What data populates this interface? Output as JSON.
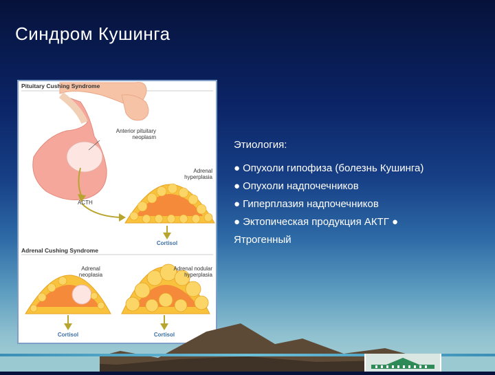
{
  "slide": {
    "title": "Синдром Кушинга"
  },
  "figure": {
    "header_top": "Pituitary Cushing Syndrome",
    "label_anterior": "Anterior pituitary\nneoplasm",
    "label_adrenal_hyperplasia": "Adrenal\nhyperplasia",
    "label_acth": "ACTH",
    "label_cortisol_top": "Cortisol",
    "header_bottom": "Adrenal Cushing Syndrome",
    "label_adrenal_neoplasia": "Adrenal\nneoplasia",
    "label_adrenal_nodular": "Adrenal nodular\nhyperplasia",
    "label_cortisol_left": "Cortisol",
    "label_cortisol_right": "Cortisol"
  },
  "etiology": {
    "heading": "Этиология:",
    "items": [
      "Опухоли гипофиза (болезнь Кушинга)",
      "Опухоли надпочечников",
      "Гиперплазия надпочечников",
      "Эктопическая продукция АКТГ ●",
      "Ятрогенный"
    ],
    "bullet": "●"
  },
  "colors": {
    "title_text": "#ffffff",
    "panel_border": "#7f9fc9",
    "gland_pink": "#f4a79a",
    "gland_orange": "#f58a3a",
    "gland_yellow": "#f9c23c",
    "cortisol_blue": "#3a6ea5",
    "arrow_olive": "#b8a52f"
  }
}
